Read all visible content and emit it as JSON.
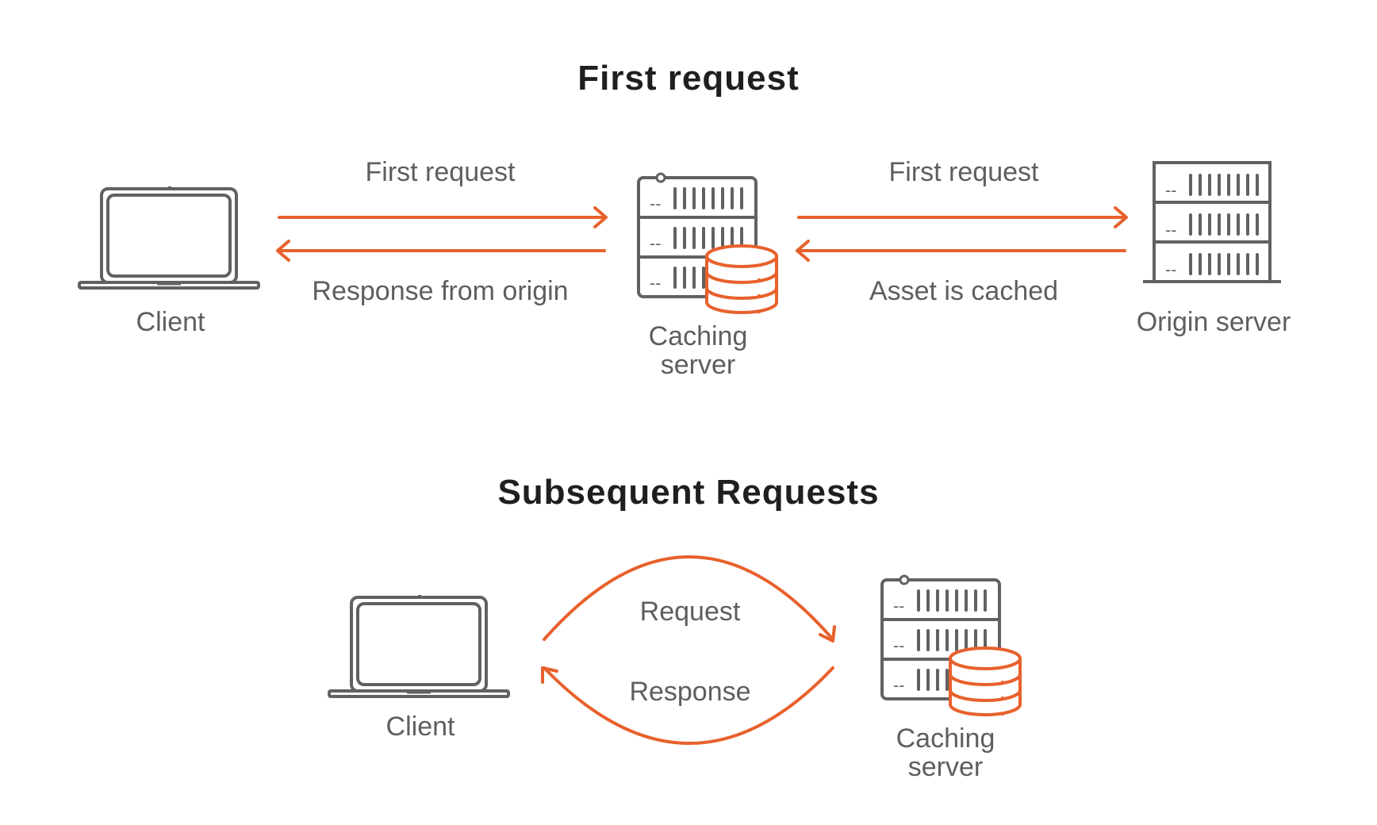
{
  "colors": {
    "accent": "#e8612c",
    "device": "#616161",
    "label": "#5e5e5e",
    "title": "#1f1f1f"
  },
  "top": {
    "title": "First request",
    "client_label": "Client",
    "caching_label": [
      "Caching",
      "server"
    ],
    "origin_label": "Origin server",
    "arrow_client_to_cache": "First request",
    "arrow_cache_to_client": "Response from origin",
    "arrow_cache_to_origin": "First request",
    "arrow_origin_to_cache": "Asset is cached"
  },
  "bottom": {
    "title": "Subsequent Requests",
    "client_label": "Client",
    "caching_label": [
      "Caching",
      "server"
    ],
    "arrow_request": "Request",
    "arrow_response": "Response"
  },
  "icons": [
    "laptop-icon",
    "server-icon",
    "database-icon"
  ]
}
